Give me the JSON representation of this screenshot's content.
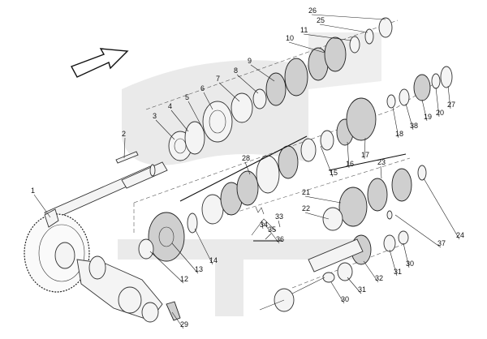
{
  "diagram": {
    "direction_arrow": "arrow-icon",
    "callouts": [
      {
        "label": "1"
      },
      {
        "label": "2"
      },
      {
        "label": "3"
      },
      {
        "label": "4"
      },
      {
        "label": "5"
      },
      {
        "label": "6"
      },
      {
        "label": "7"
      },
      {
        "label": "8"
      },
      {
        "label": "9"
      },
      {
        "label": "10"
      },
      {
        "label": "11"
      },
      {
        "label": "12"
      },
      {
        "label": "13"
      },
      {
        "label": "14"
      },
      {
        "label": "15"
      },
      {
        "label": "16"
      },
      {
        "label": "17"
      },
      {
        "label": "18"
      },
      {
        "label": "19"
      },
      {
        "label": "20"
      },
      {
        "label": "21"
      },
      {
        "label": "22"
      },
      {
        "label": "23"
      },
      {
        "label": "24"
      },
      {
        "label": "25"
      },
      {
        "label": "26"
      },
      {
        "label": "27"
      },
      {
        "label": "28"
      },
      {
        "label": "29"
      },
      {
        "label": "30"
      },
      {
        "label": "30"
      },
      {
        "label": "31"
      },
      {
        "label": "31"
      },
      {
        "label": "32"
      },
      {
        "label": "33"
      },
      {
        "label": "34"
      },
      {
        "label": "35"
      },
      {
        "label": "36"
      },
      {
        "label": "37"
      },
      {
        "label": "38"
      }
    ]
  }
}
